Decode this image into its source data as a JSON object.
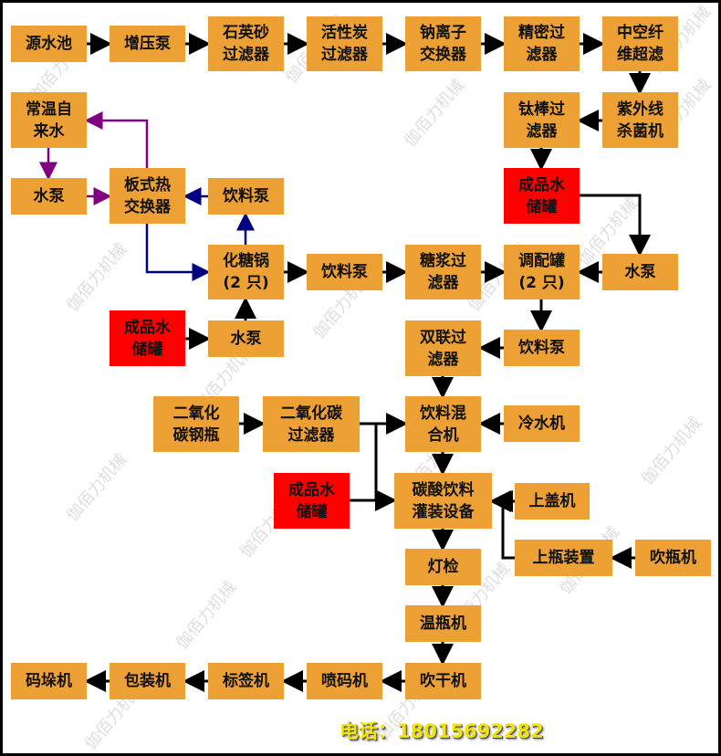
{
  "nodes": {
    "n1": "源水池",
    "n2": "增压泵",
    "n3": "石英砂\n过滤器",
    "n4": "活性炭\n过滤器",
    "n5": "钠离子\n交换器",
    "n6": "精密过\n滤器",
    "n7": "中空纤\n维超滤",
    "n8": "紫外线\n杀菌机",
    "n9": "钛棒过\n滤器",
    "n10": "成品水\n储罐",
    "n11": "常温自\n来水",
    "n12": "水泵",
    "n13": "板式热\n交换器",
    "n14": "饮料泵",
    "n15": "化糖锅\n(2 只)",
    "n16": "饮料泵",
    "n17": "糖浆过\n滤器",
    "n18": "调配罐\n(2 只)",
    "n19": "水泵",
    "n20": "成品水\n储罐",
    "n21": "水泵",
    "n22": "双联过\n滤器",
    "n23": "饮料泵",
    "n24": "二氧化\n碳钢瓶",
    "n25": "二氧化碳\n过滤器",
    "n26": "饮料混\n合机",
    "n27": "冷水机",
    "n28": "成品水\n储罐",
    "n29": "碳酸饮料\n灌装设备",
    "n30": "上盖机",
    "n31": "上瓶装置",
    "n32": "吹瓶机",
    "n33": "灯检",
    "n34": "温瓶机",
    "n35": "吹干机",
    "n36": "喷码机",
    "n37": "标签机",
    "n38": "包装机",
    "n39": "码垛机"
  },
  "phone": "电话：18015692282",
  "watermark": "伽佰力机械",
  "colors": {
    "box": "#EDA135",
    "storage": "#FF0000",
    "flow": "#000000",
    "cooling_loop": "#800080",
    "syrup_loop": "#000080",
    "phone": "#F2E400"
  }
}
